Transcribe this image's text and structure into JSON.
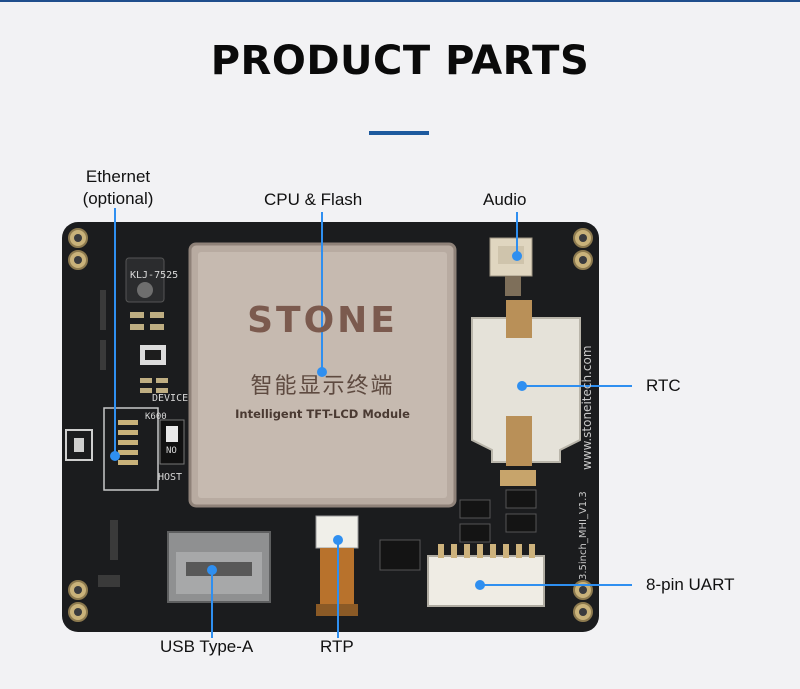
{
  "title": "PRODUCT PARTS",
  "accent_color": "#1d5a9e",
  "callout_color": "#2f8ff0",
  "labels": {
    "ethernet_line1": "Ethernet",
    "ethernet_line2": "(optional)",
    "cpu_flash": "CPU & Flash",
    "audio": "Audio",
    "rtc": "RTC",
    "uart": "8-pin UART",
    "usb": "USB Type-A",
    "rtp": "RTP"
  },
  "board": {
    "brand": "STONE",
    "chinese": "智能显示终端",
    "module": "Intelligent TFT-LCD Module",
    "website": "www.stoneitech.com",
    "model": "3.5inch_MHI_V1.3",
    "chip": "KLJ-7525",
    "device": "DEVICE",
    "host": "HOST",
    "k600": "K600",
    "no": "NO"
  }
}
